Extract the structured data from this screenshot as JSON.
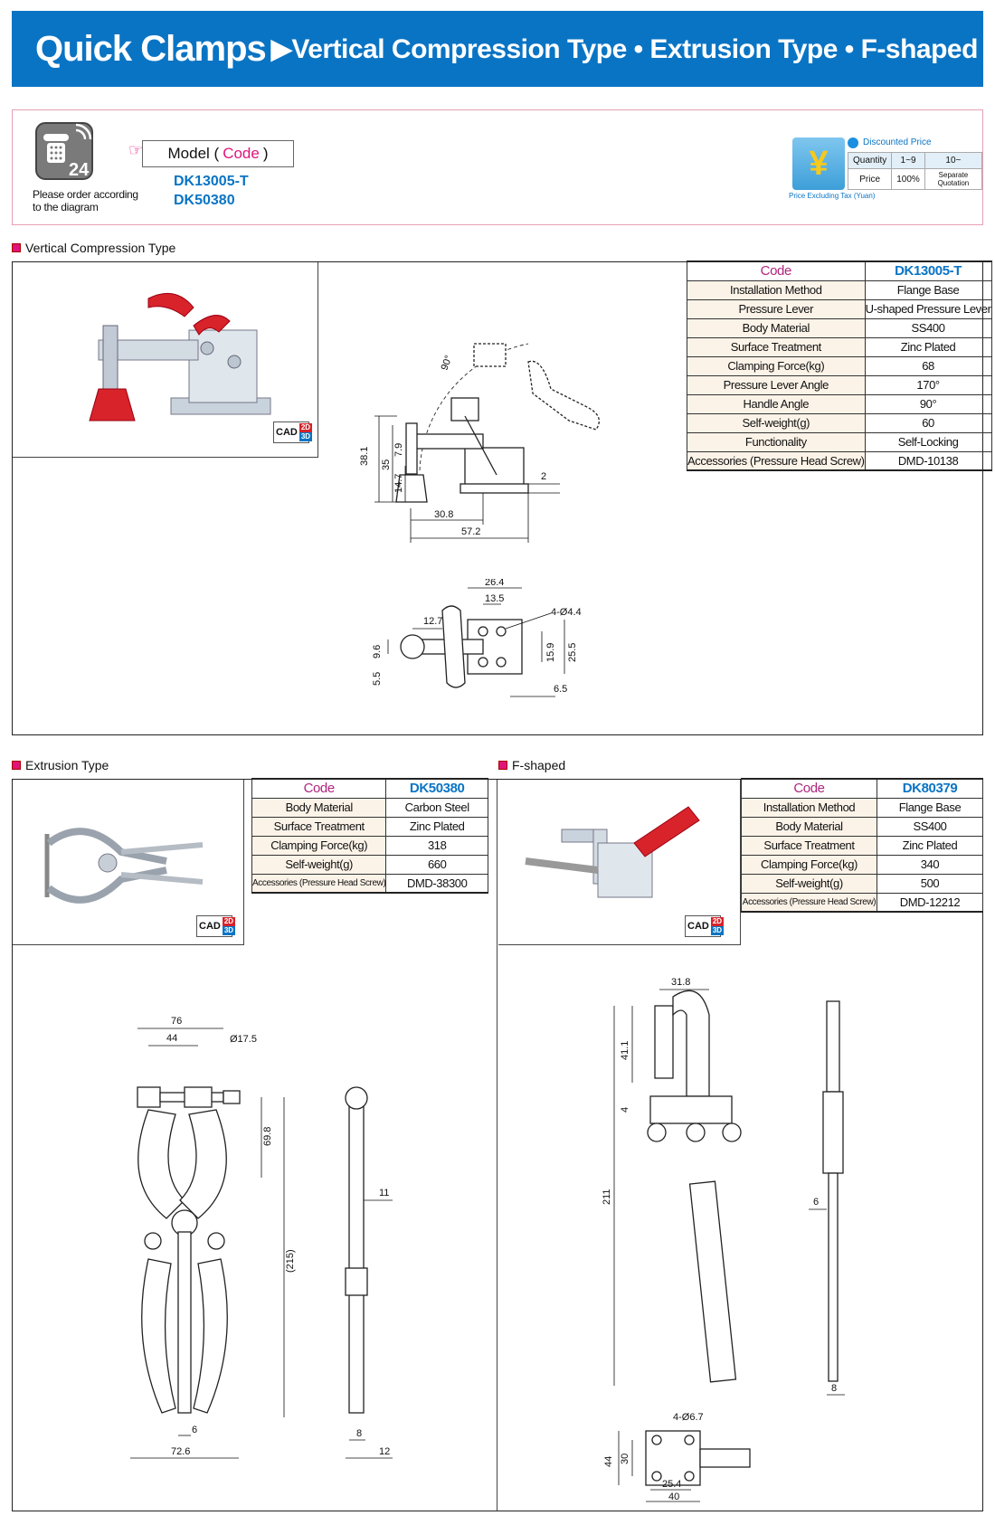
{
  "banner": {
    "title": "Quick Clamps",
    "subtitle": "▶Vertical Compression Type • Extrusion Type • F-shaped"
  },
  "order": {
    "note": "Please order according to the diagram",
    "model_label": "Model (",
    "code_label": "Code",
    "close": ")",
    "codes": [
      "DK13005-T",
      "DK50380"
    ],
    "phone_badge": "24"
  },
  "pricing": {
    "yen_symbol": "¥",
    "tax_note": "Price Excluding Tax (Yuan)",
    "discounted_label": "Discounted Price",
    "quantity_label": "Quantity",
    "qty_1": "1~9",
    "qty_2": "10~",
    "price_label": "Price",
    "price_1": "100%",
    "price_2": "Separate Quotation"
  },
  "cad": {
    "cad": "CAD",
    "d2": "2D",
    "d3": "3D"
  },
  "vertical": {
    "label": "Vertical Compression Type",
    "code_header": "Code",
    "code_value": "DK13005-T",
    "rows": [
      {
        "k": "Installation Method",
        "v": "Flange Base"
      },
      {
        "k": "Pressure Lever",
        "v": "U-shaped Pressure Lever"
      },
      {
        "k": "Body Material",
        "v": "SS400"
      },
      {
        "k": "Surface Treatment",
        "v": "Zinc Plated"
      },
      {
        "k": "Clamping Force(kg)",
        "v": "68"
      },
      {
        "k": "Pressure Lever Angle",
        "v": "170°"
      },
      {
        "k": "Handle Angle",
        "v": "90°"
      },
      {
        "k": "Self-weight(g)",
        "v": "60"
      },
      {
        "k": "Functionality",
        "v": "Self-Locking"
      },
      {
        "k": "Accessories (Pressure Head Screw)",
        "v": "DMD-10138"
      }
    ],
    "dims": {
      "a90": "90°",
      "d381": "38.1",
      "d35": "35",
      "d147": "14.7",
      "d79": "7.9",
      "d2": "2",
      "d308": "30.8",
      "d572": "57.2",
      "d264": "26.4",
      "d135": "13.5",
      "hole": "4-Ø4.4",
      "d127": "12.7",
      "d96": "9.6",
      "d55": "5.5",
      "d159": "15.9",
      "d255": "25.5",
      "d65": "6.5"
    }
  },
  "extrusion": {
    "label": "Extrusion Type",
    "code_header": "Code",
    "code_value": "DK50380",
    "rows": [
      {
        "k": "Body Material",
        "v": "Carbon Steel"
      },
      {
        "k": "Surface Treatment",
        "v": "Zinc Plated"
      },
      {
        "k": "Clamping Force(kg)",
        "v": "318"
      },
      {
        "k": "Self-weight(g)",
        "v": "660"
      },
      {
        "k": "Accessories (Pressure Head Screw)",
        "v": "DMD-38300"
      }
    ],
    "dims": {
      "d76": "76",
      "d44": "44",
      "d175": "Ø17.5",
      "d698": "69.8",
      "d215": "(215)",
      "d6": "6",
      "d726": "72.6",
      "d11": "11",
      "d8": "8",
      "d12": "12"
    }
  },
  "fshaped": {
    "label": "F-shaped",
    "code_header": "Code",
    "code_value": "DK80379",
    "rows": [
      {
        "k": "Installation Method",
        "v": "Flange Base"
      },
      {
        "k": "Body Material",
        "v": "SS400"
      },
      {
        "k": "Surface Treatment",
        "v": "Zinc Plated"
      },
      {
        "k": "Clamping Force(kg)",
        "v": "340"
      },
      {
        "k": "Self-weight(g)",
        "v": "500"
      },
      {
        "k": "Accessories (Pressure Head Screw)",
        "v": "DMD-12212"
      }
    ],
    "dims": {
      "d318": "31.8",
      "d411": "41.1",
      "d4": "4",
      "d211": "211",
      "d6": "6",
      "d8": "8",
      "hole": "4-Ø6.7",
      "d44": "44",
      "d30": "30",
      "d254": "25.4",
      "d40": "40"
    }
  },
  "colors": {
    "brand_blue": "#0a74c4",
    "accent_pink": "#e0147a",
    "handle_red": "#d8232a"
  }
}
